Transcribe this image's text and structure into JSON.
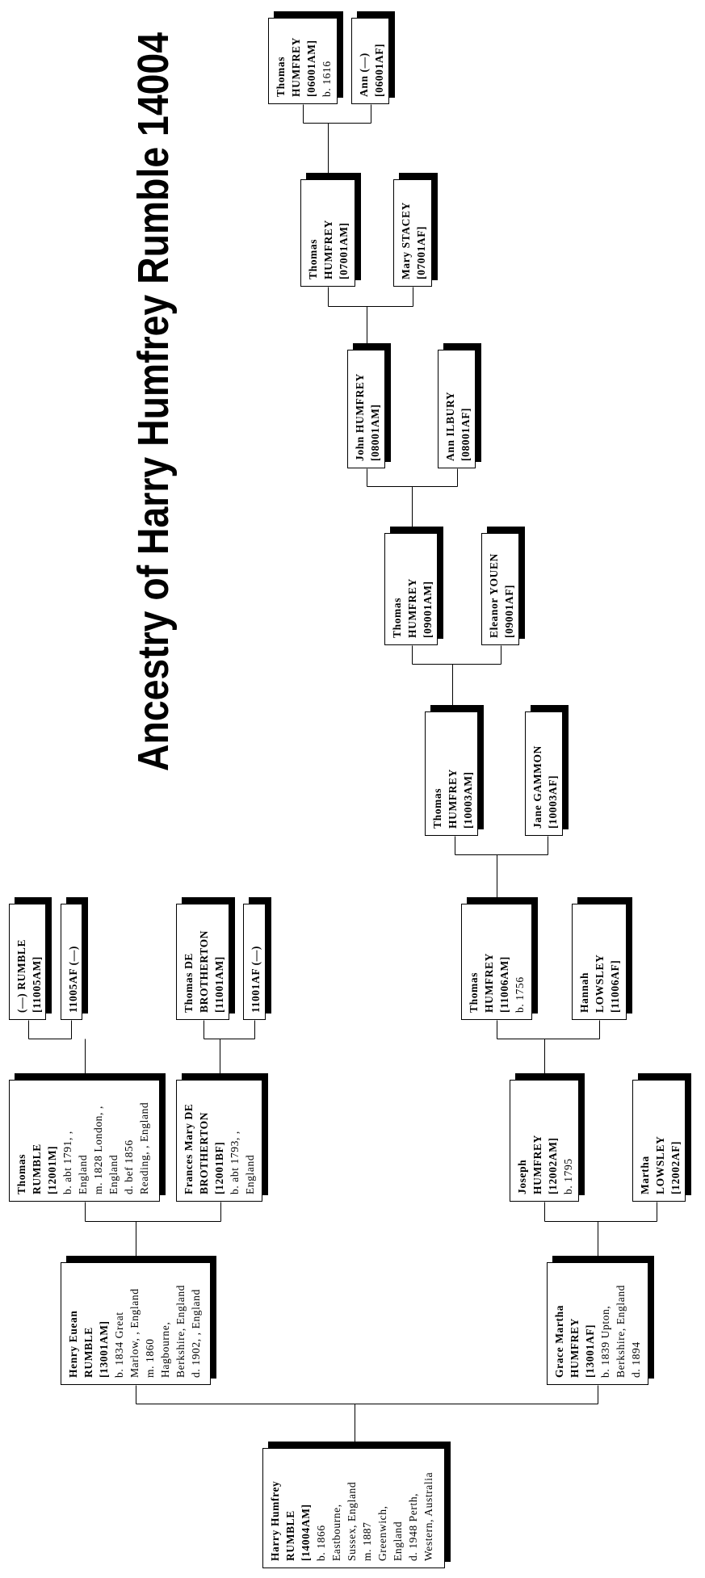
{
  "title": "Ancestry of Harry Humfrey Rumble 14004",
  "people": [
    {
      "id": "06001AM",
      "bold": 3,
      "lines": [
        "Thomas",
        "HUMFREY",
        "[06001AM]",
        "b. 1616"
      ]
    },
    {
      "id": "06001AF",
      "bold": 2,
      "lines": [
        "Ann (—)",
        "[06001AF]"
      ]
    },
    {
      "id": "07001AM",
      "bold": 3,
      "lines": [
        "Thomas",
        "HUMFREY",
        "[07001AM]"
      ]
    },
    {
      "id": "07001AF",
      "bold": 2,
      "lines": [
        "Mary STACEY",
        "[07001AF]"
      ]
    },
    {
      "id": "08001AM",
      "bold": 2,
      "lines": [
        "John HUMFREY",
        "[08001AM]"
      ]
    },
    {
      "id": "08001AF",
      "bold": 2,
      "lines": [
        "Ann ILBURY",
        "[08001AF]"
      ]
    },
    {
      "id": "09001AM",
      "bold": 3,
      "lines": [
        "Thomas",
        "HUMFREY",
        "[09001AM]"
      ]
    },
    {
      "id": "09001AF",
      "bold": 2,
      "lines": [
        "Eleanor YOUEN",
        "[09001AF]"
      ]
    },
    {
      "id": "10003AM",
      "bold": 3,
      "lines": [
        "Thomas",
        "HUMFREY",
        "[10003AM]"
      ]
    },
    {
      "id": "10003AF",
      "bold": 2,
      "lines": [
        "Jane GAMMON",
        "[10003AF]"
      ]
    },
    {
      "id": "11006AM",
      "bold": 3,
      "lines": [
        "Thomas",
        "HUMFREY",
        "[11006AM]",
        "b. 1756"
      ]
    },
    {
      "id": "11006AF",
      "bold": 3,
      "lines": [
        "Hannah",
        "LOWSLEY",
        "[11006AF]"
      ]
    },
    {
      "id": "11005AM",
      "bold": 2,
      "lines": [
        "(—) RUMBLE",
        "[11005AM]"
      ]
    },
    {
      "id": "11005AF",
      "bold": 1,
      "lines": [
        "11005AF (—)"
      ]
    },
    {
      "id": "11001AM",
      "bold": 3,
      "lines": [
        "Thomas DE",
        "BROTHERTON",
        "[11001AM]"
      ]
    },
    {
      "id": "11001AF",
      "bold": 1,
      "lines": [
        "11001AF (—)"
      ]
    },
    {
      "id": "12001M",
      "bold": 3,
      "lines": [
        "Thomas",
        "RUMBLE",
        "[12001M]",
        "b. abt 1791, ,",
        "England",
        "m. 1828 London, ,",
        "England",
        "d. bef 1856",
        "Reading, , England"
      ]
    },
    {
      "id": "12001BF",
      "bold": 3,
      "lines": [
        "Frances Mary DE",
        "BROTHERTON",
        "[12001BF]",
        "b. abt 1793, ,",
        "England"
      ]
    },
    {
      "id": "12002AM",
      "bold": 3,
      "lines": [
        "Joseph",
        "HUMFREY",
        "[12002AM]",
        "b. 1795"
      ]
    },
    {
      "id": "12002AF",
      "bold": 3,
      "lines": [
        "Martha",
        "LOWSLEY",
        "[12002AF]"
      ]
    },
    {
      "id": "13001AM",
      "bold": 3,
      "lines": [
        "Henry Euean",
        "RUMBLE",
        "[13001AM]",
        "b. 1834 Great",
        "Marlow, , England",
        "m. 1860",
        "Hagbourne,",
        "Berkshire, England",
        "d. 1902, , England"
      ]
    },
    {
      "id": "13001AF",
      "bold": 3,
      "lines": [
        "Grace Martha",
        "HUMFREY",
        "[13001AF]",
        "b. 1839 Upton,",
        "Berkshire, England",
        "d. 1894"
      ]
    },
    {
      "id": "14004AM",
      "bold": 3,
      "lines": [
        "Harry Humfrey",
        "RUMBLE",
        "[14004AM]",
        "b. 1866",
        "Eastbourne,",
        "Sussex, England",
        "m. 1887",
        "Greenwich,",
        "England",
        "d. 1948 Perth,",
        "Western, Australia"
      ]
    }
  ]
}
